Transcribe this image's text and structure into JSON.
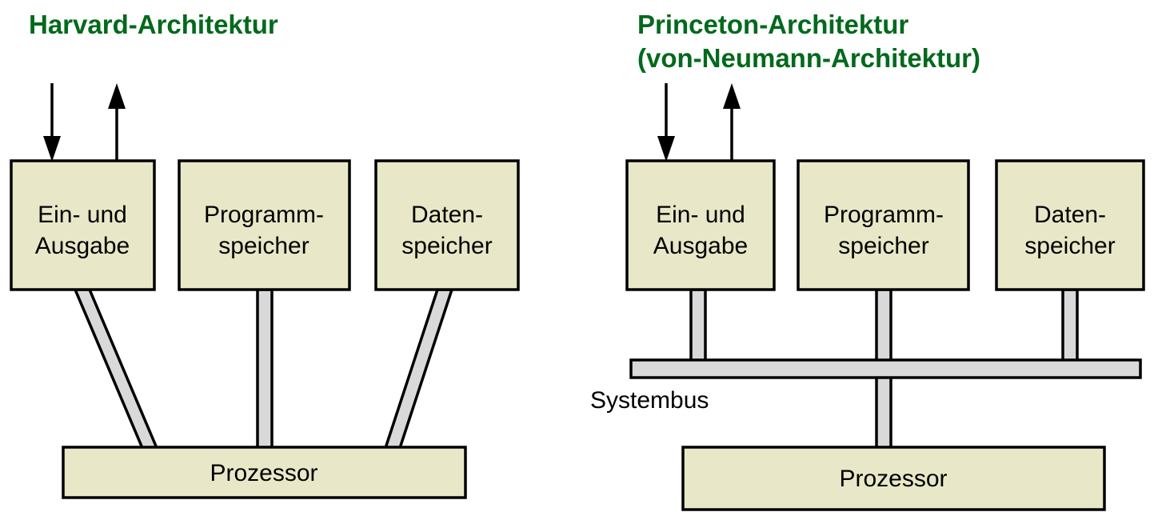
{
  "diagram": {
    "background_color": "#ffffff",
    "title_color": "#00691c",
    "box_fill_color": "#e8e8c8",
    "box_stroke_color": "#000000",
    "bus_fill_color": "#d9d9d9",
    "bus_stroke_color": "#000000"
  },
  "left": {
    "title": "Harvard-Architektur",
    "boxes": [
      {
        "line1": "Ein- und",
        "line2": "Ausgabe"
      },
      {
        "line1": "Programm-",
        "line2": "speicher"
      },
      {
        "line1": "Daten-",
        "line2": "speicher"
      }
    ],
    "processor": "Prozessor",
    "input_arrow": "input-arrow-down",
    "output_arrow": "output-arrow-up"
  },
  "right": {
    "title_line1": "Princeton-Architektur",
    "title_line2": "(von-Neumann-Architektur)",
    "boxes": [
      {
        "line1": "Ein- und",
        "line2": "Ausgabe"
      },
      {
        "line1": "Programm-",
        "line2": "speicher"
      },
      {
        "line1": "Daten-",
        "line2": "speicher"
      }
    ],
    "bus_label": "Systembus",
    "processor": "Prozessor",
    "input_arrow": "input-arrow-down",
    "output_arrow": "output-arrow-up"
  }
}
